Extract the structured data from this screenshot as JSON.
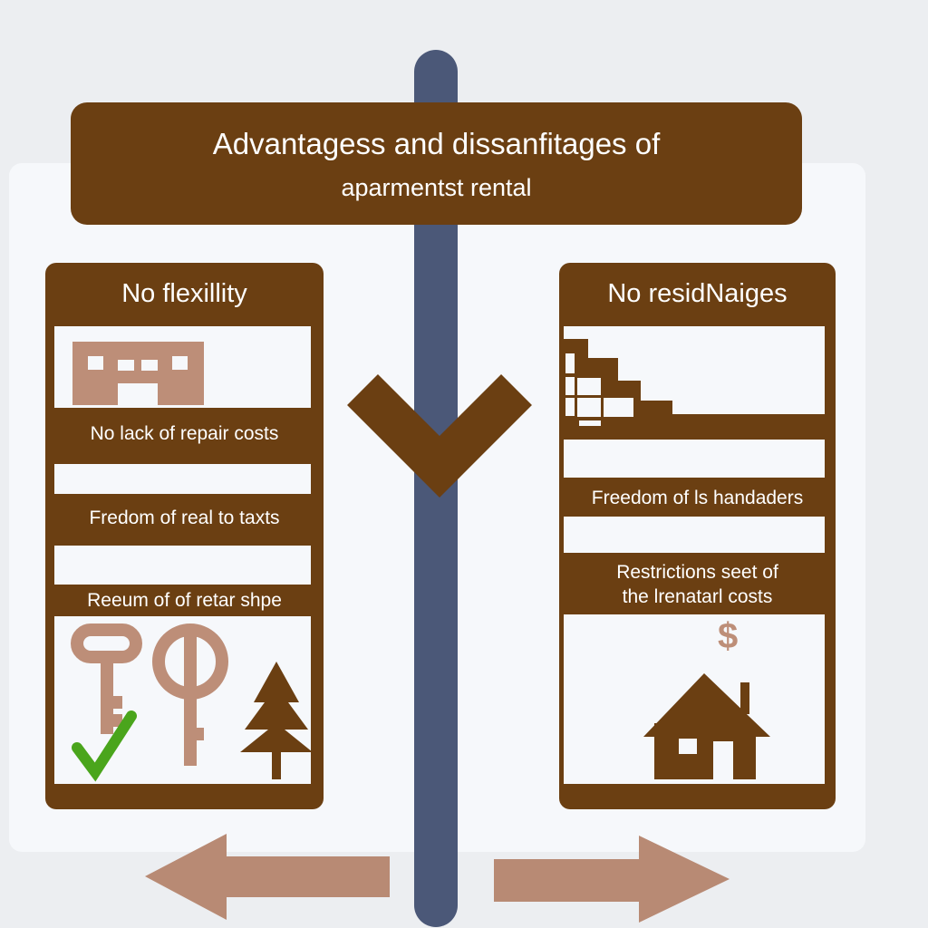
{
  "title": {
    "line1": "Advantagess and dissanfitages of",
    "line2": "aparmentst rental"
  },
  "left_card": {
    "heading": "No flexillity",
    "items": [
      "No lack of repair costs",
      "Fredom of real to taxts",
      "Reeum of of retar shpe"
    ]
  },
  "right_card": {
    "heading": "No residNaiges",
    "items": [
      "Freedom of ls handaders",
      "Restrictions seet of",
      "the lrenatarl costs"
    ],
    "currency_symbol": "$"
  },
  "colors": {
    "brown": "#6b3f12",
    "tan": "#b98a74",
    "pole": "#4b5878",
    "check": "#4aa51c"
  }
}
